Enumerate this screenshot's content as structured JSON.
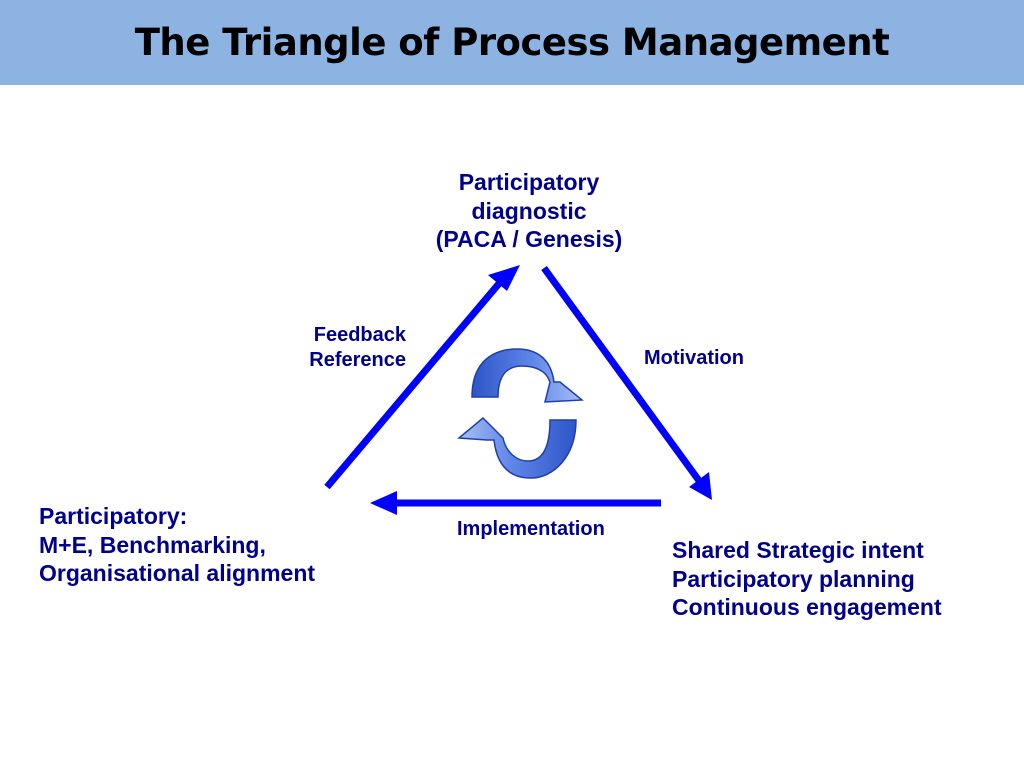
{
  "slide": {
    "title": "The Triangle of Process Management",
    "header_color": "#8DB3E2"
  },
  "diagram": {
    "text_color": "#00008B",
    "arrow_color": "#0000FF",
    "cycle_fill": "#3366CC",
    "nodes": {
      "top": {
        "lines": [
          "Participatory",
          "diagnostic",
          "(PACA / Genesis)"
        ]
      },
      "left": {
        "lines": [
          "Participatory:",
          "M+E, Benchmarking,",
          "Organisational alignment"
        ]
      },
      "right": {
        "lines": [
          "Shared Strategic intent",
          "Participatory planning",
          "Continuous engagement"
        ]
      }
    },
    "edges": {
      "feedback": {
        "lines": [
          "Feedback",
          "Reference"
        ]
      },
      "motivation": {
        "label": "Motivation"
      },
      "implementation": {
        "label": "Implementation"
      }
    },
    "center_icon": "cycle-arrows-icon"
  }
}
